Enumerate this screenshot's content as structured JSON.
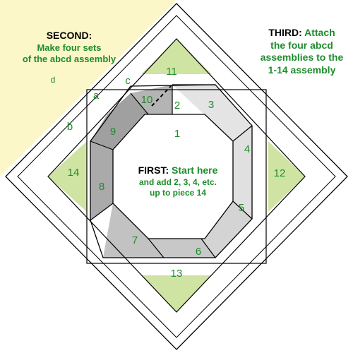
{
  "colors": {
    "accent_green": "#1e8c2c",
    "yellow_area": "#fbf7c8",
    "light_green": "#cfe4a2",
    "dark_gray": "#a6a6a6",
    "mid_gray": "#c4c4c4",
    "light_gray": "#e2e2e2",
    "outline": "#000000"
  },
  "notes": {
    "second": {
      "heading": "SECOND:",
      "body_line1": "Make four sets",
      "body_line2": "of the abcd assembly"
    },
    "third": {
      "heading": "THIRD:",
      "body_inline": "Attach",
      "body_line2": "the four abcd",
      "body_line3": "assemblies to the",
      "body_line4": "1-14 assembly"
    },
    "first": {
      "heading": "FIRST:",
      "body_inline": "Start here",
      "body_line2": "and add 2, 3, 4, etc.",
      "body_line3": "up to piece 14"
    }
  },
  "piece_labels": {
    "p1": "1",
    "p2": "2",
    "p3": "3",
    "p4": "4",
    "p5": "5",
    "p6": "6",
    "p7": "7",
    "p8": "8",
    "p9": "9",
    "p10": "10",
    "p11": "11",
    "p12": "12",
    "p13": "13",
    "p14": "14",
    "a": "a",
    "b": "b",
    "c": "c",
    "d": "d"
  }
}
